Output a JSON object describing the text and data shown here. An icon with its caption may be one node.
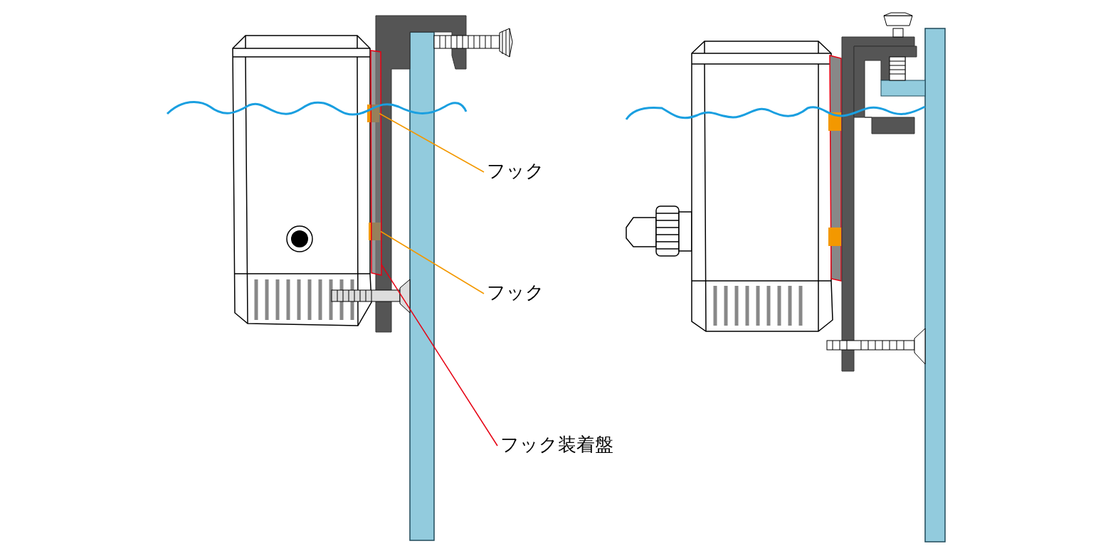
{
  "diagram": {
    "nodes": [
      {
        "text": [
          "フック"
        ]
      },
      {
        "text": [
          "フック"
        ]
      },
      {
        "text": [
          "フック装着盤"
        ]
      },
      {
        "text": [],
        "shape": "box"
      },
      {
        "text": [],
        "shape": "box"
      },
      {
        "text": [],
        "shape": "bar"
      }
    ],
    "edges": [
      {
        "from": 0,
        "to": 3,
        "arrow": "none"
      },
      {
        "from": 1,
        "to": 4,
        "arrow": "none"
      },
      {
        "from": 2,
        "to": 5,
        "arrow": "none",
        "color": "#e60012"
      }
    ]
  }
}
